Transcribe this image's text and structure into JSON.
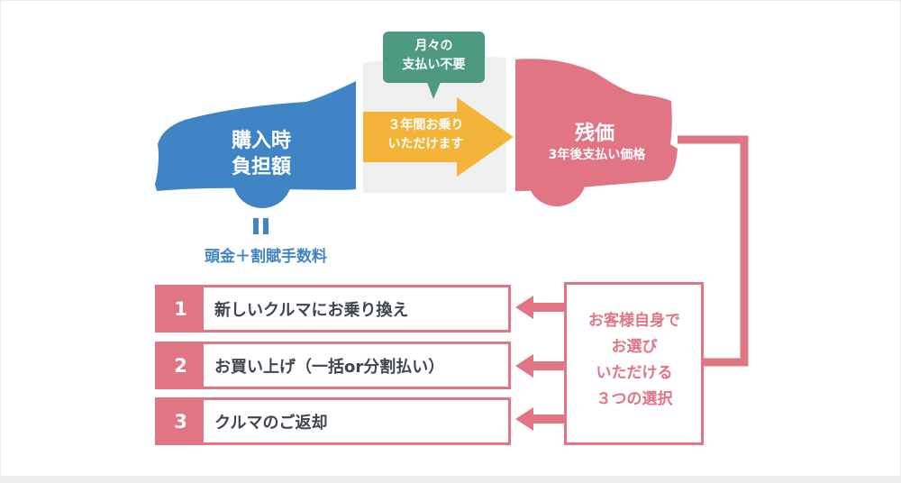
{
  "colors": {
    "blue": "#3f85c6",
    "yellow": "#f2b53a",
    "green": "#4e9a80",
    "pink": "#e27583",
    "gray_panel": "#efefef",
    "text_dark": "#3d4650"
  },
  "purchase": {
    "line1": "購入時",
    "line2": "負担額",
    "equals_symbol": "=",
    "formula": "頭金＋割賦手数料"
  },
  "monthly_bubble": {
    "line1": "月々の",
    "line2": "支払い不要"
  },
  "ride_arrow": {
    "line1": "３年間お乗り",
    "line2": "いただけます"
  },
  "residual": {
    "title": "残価",
    "subtitle": "3年後支払い価格"
  },
  "choice_box": {
    "lines": [
      "お客様自身で",
      "お選び",
      "いただける",
      "３つの選択"
    ]
  },
  "options": [
    {
      "number": "1",
      "label": "新しいクルマにお乗り換え"
    },
    {
      "number": "2",
      "label": "お買い上げ（一括or分割払い）"
    },
    {
      "number": "3",
      "label": "クルマのご返却"
    }
  ]
}
